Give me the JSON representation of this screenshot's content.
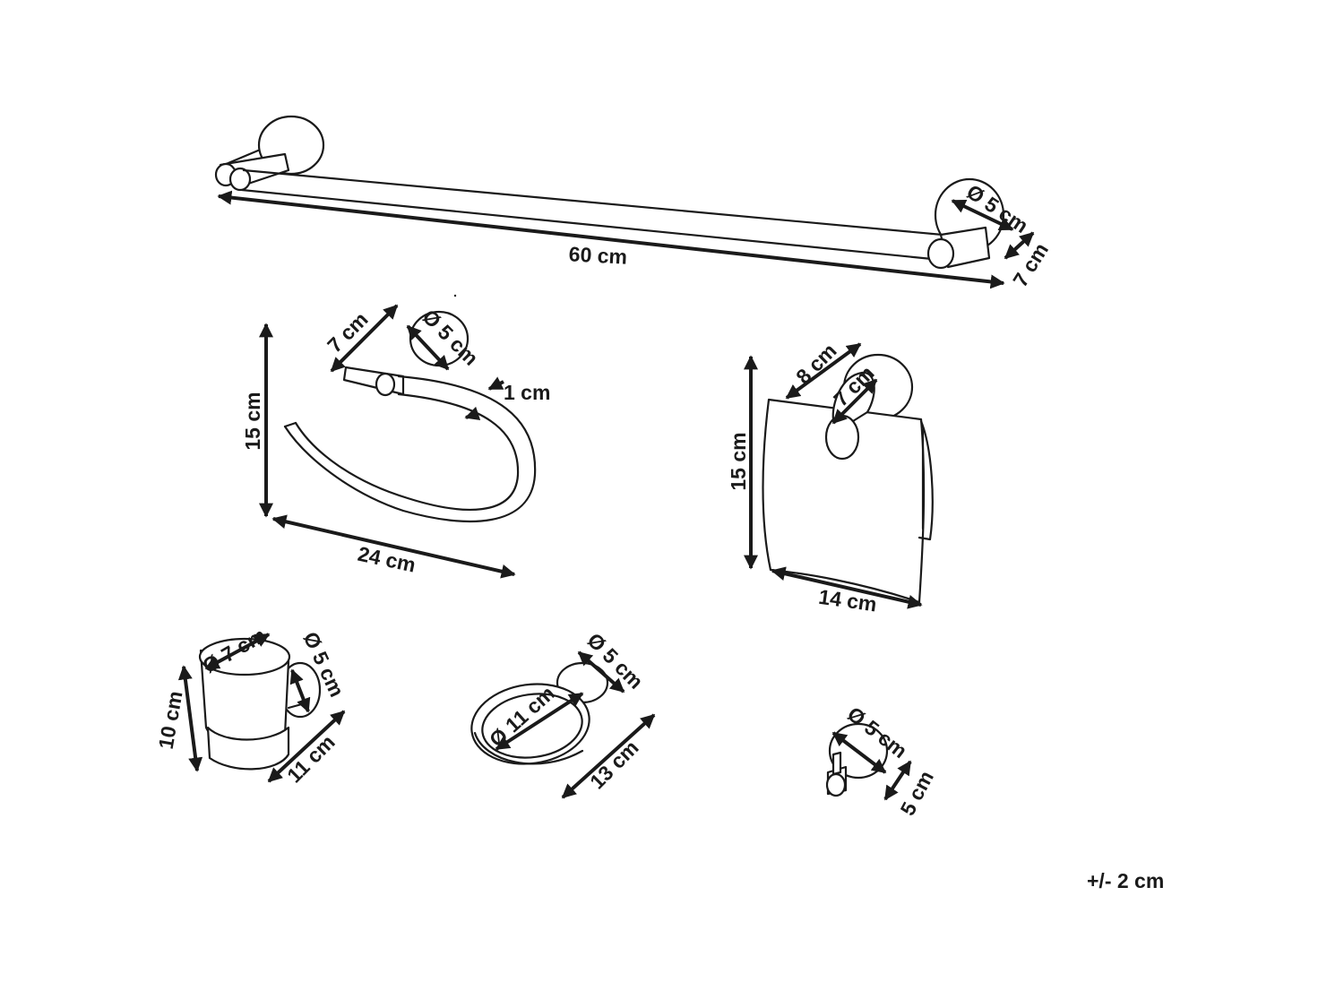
{
  "towel_bar": {
    "length": "60 cm",
    "mount_diameter": "Ø 5 cm",
    "projection": "7 cm"
  },
  "towel_ring": {
    "height": "15 cm",
    "width": "24 cm",
    "projection": "7 cm",
    "mount_diameter": "Ø 5 cm",
    "thickness": "1 cm"
  },
  "paper_holder": {
    "height": "15 cm",
    "width": "14 cm",
    "projection_cover": "8 cm",
    "projection_arm": "7 cm"
  },
  "tumbler_holder": {
    "cup_diameter": "Ø 7 cm",
    "mount_diameter": "Ø 5 cm",
    "height": "10 cm",
    "depth": "11 cm"
  },
  "soap_dish": {
    "dish_diameter": "Ø 11 cm",
    "mount_diameter": "Ø 5 cm",
    "depth": "13 cm"
  },
  "robe_hook": {
    "mount_diameter": "Ø 5 cm",
    "projection": "5 cm"
  },
  "tolerance": "+/- 2 cm"
}
